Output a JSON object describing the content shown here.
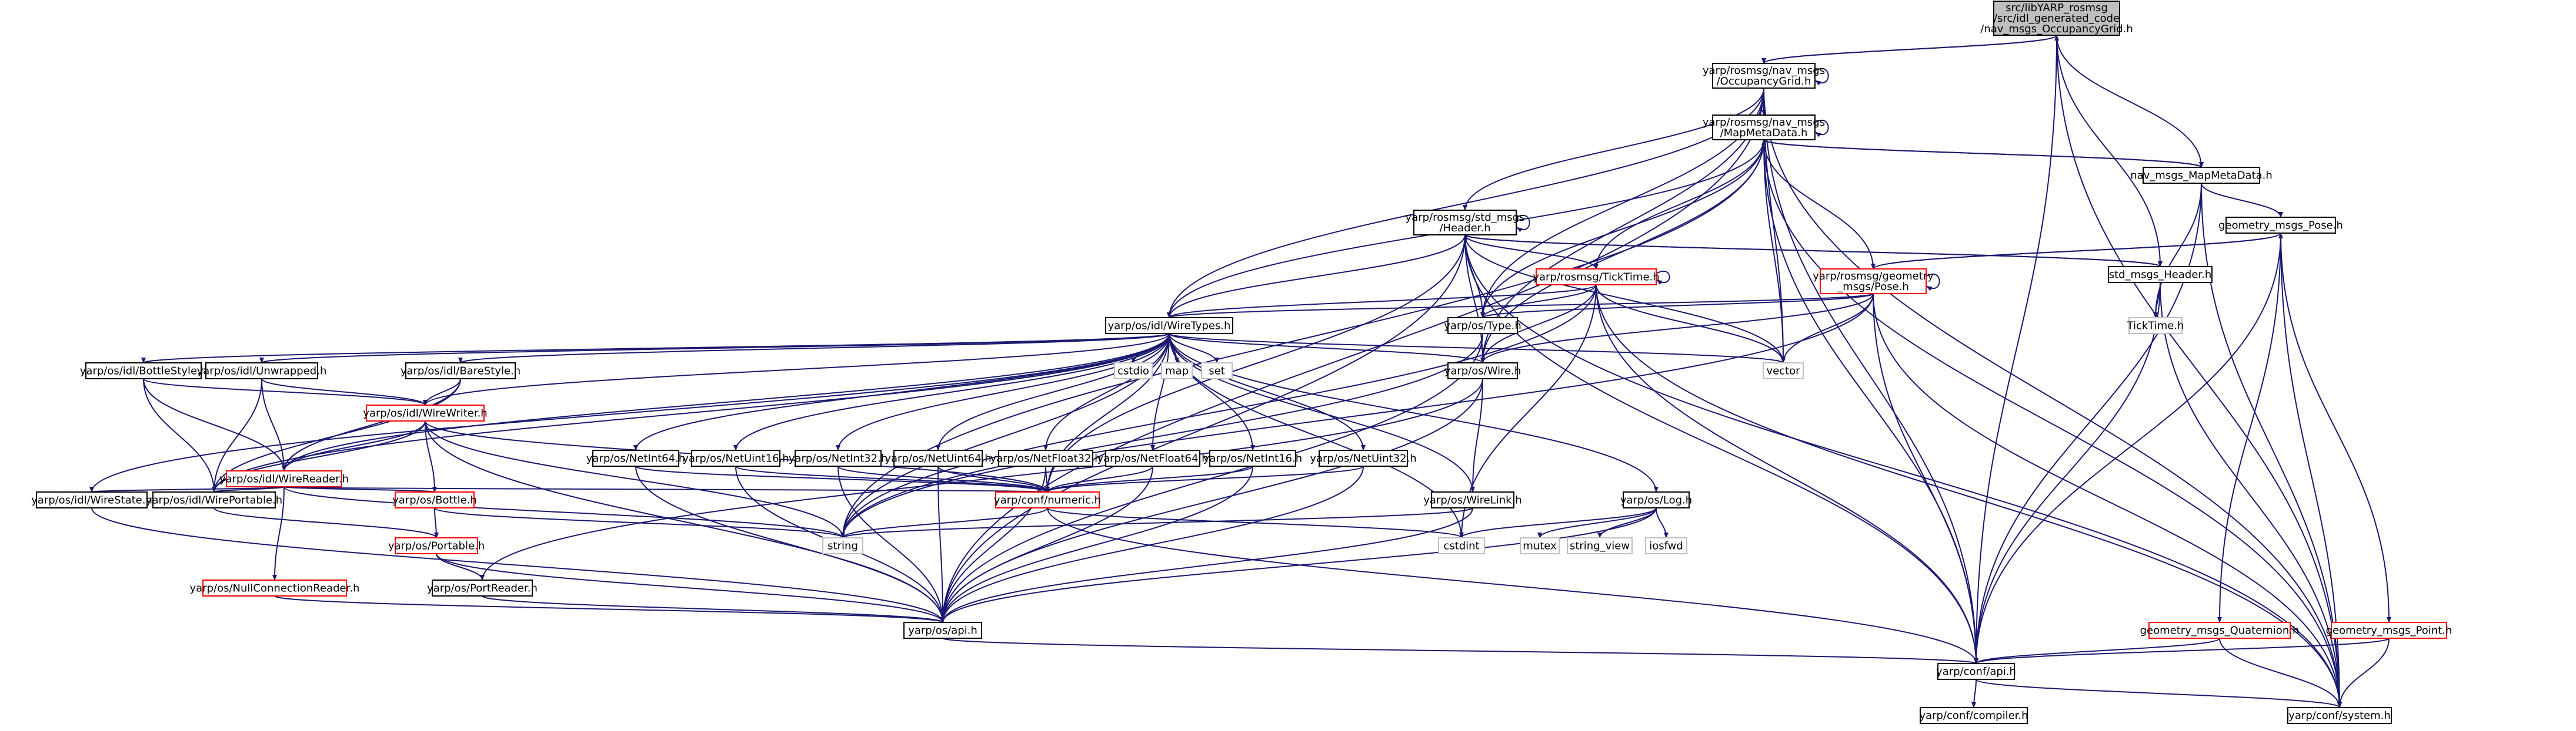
{
  "colors": {
    "edge": "#191970",
    "node_border_normal": "#000000",
    "node_border_incomplete": "#ff0000",
    "node_border_external": "#bfbfbf",
    "node_fill": "#ffffff",
    "root_fill": "#bfbfbf"
  },
  "nodes": {
    "root": [
      "src/libYARP_rosmsg",
      "/src/idl_generated_code",
      "/nav_msgs_OccupancyGrid.h"
    ],
    "occgrid": [
      "yarp/rosmsg/nav_msgs",
      "/OccupancyGrid.h"
    ],
    "mapmeta": [
      "yarp/rosmsg/nav_msgs",
      "/MapMetaData.h"
    ],
    "navmeta": [
      "nav_msgs_MapMetaData.h"
    ],
    "stdheader": [
      "yarp/rosmsg/std_msgs",
      "/Header.h"
    ],
    "geopose": [
      "geometry_msgs_Pose.h"
    ],
    "ticktime": [
      "yarp/rosmsg/TickTime.h"
    ],
    "gmpose": [
      "yarp/rosmsg/geometry",
      "_msgs/Pose.h"
    ],
    "stdmsgheader": [
      "std_msgs_Header.h"
    ],
    "ticktimeh": [
      "TickTime.h"
    ],
    "wiretypes": [
      "yarp/os/idl/WireTypes.h"
    ],
    "ostype": [
      "yarp/os/Type.h"
    ],
    "vector": [
      "vector"
    ],
    "oswire": [
      "yarp/os/Wire.h"
    ],
    "bottlestyle": [
      "yarp/os/idl/BottleStyle.h"
    ],
    "unwrapped": [
      "yarp/os/idl/Unwrapped.h"
    ],
    "barestyle": [
      "yarp/os/idl/BareStyle.h"
    ],
    "cstdio": [
      "cstdio"
    ],
    "map": [
      "map"
    ],
    "set": [
      "set"
    ],
    "wirewriter": [
      "yarp/os/idl/WireWriter.h"
    ],
    "wirereader": [
      "yarp/os/idl/WireReader.h"
    ],
    "wirestate": [
      "yarp/os/idl/WireState.h"
    ],
    "wireportable": [
      "yarp/os/idl/WirePortable.h"
    ],
    "bottle": [
      "yarp/os/Bottle.h"
    ],
    "portable": [
      "yarp/os/Portable.h"
    ],
    "nullconn": [
      "yarp/os/NullConnectionReader.h"
    ],
    "portreader": [
      "yarp/os/PortReader.h"
    ],
    "netint64": [
      "yarp/os/NetInt64.h"
    ],
    "netuint16": [
      "yarp/os/NetUint16.h"
    ],
    "netint32": [
      "yarp/os/NetInt32.h"
    ],
    "netuint64": [
      "yarp/os/NetUint64.h"
    ],
    "netfloat32": [
      "yarp/os/NetFloat32.h"
    ],
    "netfloat64": [
      "yarp/os/NetFloat64.h"
    ],
    "netint16": [
      "yarp/os/NetInt16.h"
    ],
    "netuint32": [
      "yarp/os/NetUint32.h"
    ],
    "wirelink": [
      "yarp/os/WireLink.h"
    ],
    "oslog": [
      "yarp/os/Log.h"
    ],
    "confnumeric": [
      "yarp/conf/numeric.h"
    ],
    "string": [
      "string"
    ],
    "cstdint": [
      "cstdint"
    ],
    "mutex": [
      "mutex"
    ],
    "string_view": [
      "string_view"
    ],
    "iosfwd": [
      "iosfwd"
    ],
    "osapi": [
      "yarp/os/api.h"
    ],
    "quaternion": [
      "geometry_msgs_Quaternion.h"
    ],
    "point": [
      "geometry_msgs_Point.h"
    ],
    "confapi": [
      "yarp/conf/api.h"
    ],
    "compiler": [
      "yarp/conf/compiler.h"
    ],
    "system": [
      "yarp/conf/system.h"
    ]
  }
}
